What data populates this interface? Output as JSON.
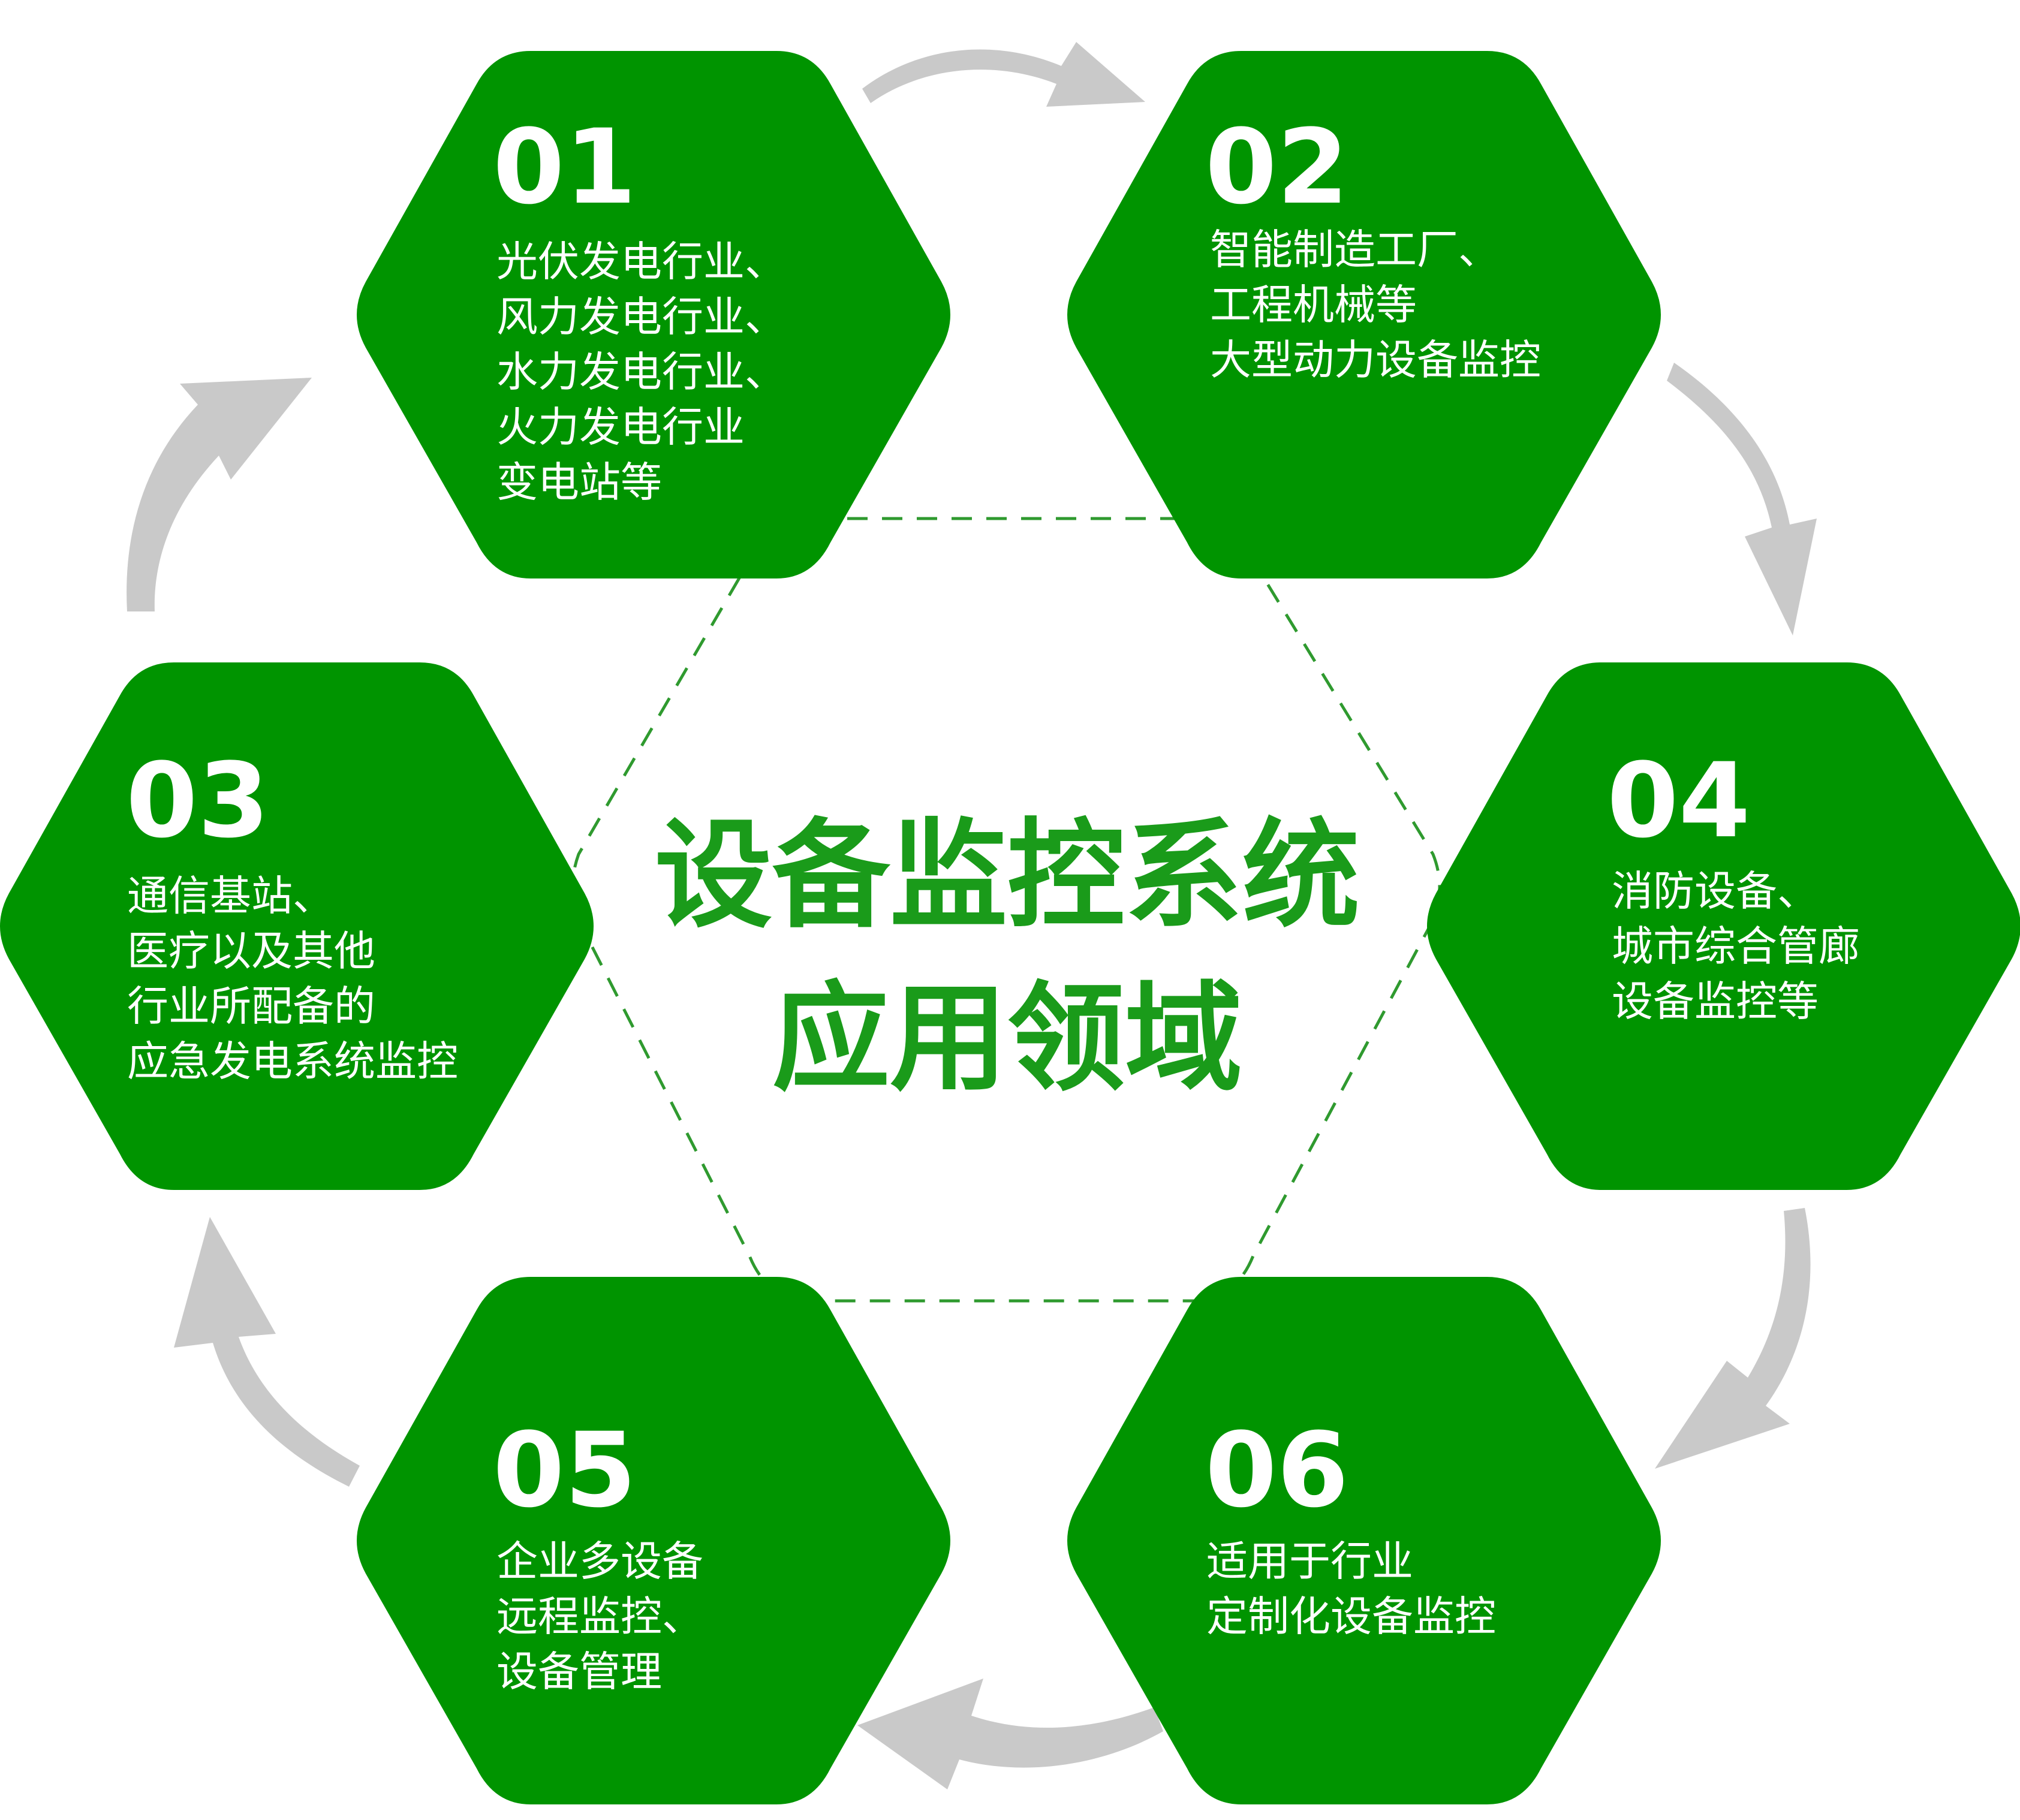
{
  "colors": {
    "hex_fill": "#009400",
    "hex_text": "#ffffff",
    "arrow": "#c9c9c9",
    "center_title": "#1a9b1a",
    "dashed_outline": "#2f9a2f"
  },
  "center": {
    "title_line1": "设备监控系统",
    "title_line2": "应用领域"
  },
  "items": [
    {
      "number": "01",
      "lines": [
        "光伏发电行业、",
        "风力发电行业、",
        "水力发电行业、",
        "火力发电行业",
        "变电站等"
      ]
    },
    {
      "number": "02",
      "lines": [
        "智能制造工厂、",
        "工程机械等",
        "大型动力设备监控"
      ]
    },
    {
      "number": "03",
      "lines": [
        "通信基站、",
        "医疗以及其他",
        "行业所配备的",
        "应急发电系统监控"
      ]
    },
    {
      "number": "04",
      "lines": [
        "消防设备、",
        "城市综合管廊",
        "设备监控等"
      ]
    },
    {
      "number": "05",
      "lines": [
        "企业多设备",
        "远程监控、",
        "设备管理"
      ]
    },
    {
      "number": "06",
      "lines": [
        "适用于行业",
        "定制化设备监控"
      ]
    }
  ],
  "arrows": [
    {
      "name": "arrow-01-to-02",
      "direction": "clockwise"
    },
    {
      "name": "arrow-02-to-04",
      "direction": "clockwise"
    },
    {
      "name": "arrow-04-to-06",
      "direction": "clockwise"
    },
    {
      "name": "arrow-06-to-05",
      "direction": "clockwise"
    },
    {
      "name": "arrow-05-to-03",
      "direction": "clockwise"
    },
    {
      "name": "arrow-03-to-01",
      "direction": "clockwise"
    }
  ]
}
